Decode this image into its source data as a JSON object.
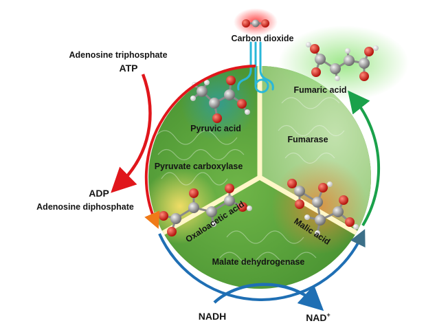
{
  "labels": {
    "co2": "Carbon dioxide",
    "atp_full": "Adenosine triphosphate",
    "atp": "ATP",
    "adp": "ADP",
    "adp_full": "Adenosine diphosphate",
    "pyruvic": "Pyruvic acid",
    "pyruvate_carboxylase": "Pyruvate carboxylase",
    "oxaloacetic": "Oxaloacetic acid",
    "malate_dh": "Malate dehydrogenase",
    "malic": "Malic acid",
    "fumarase": "Fumarase",
    "fumaric": "Fumaric acid",
    "nadh": "NADH",
    "nad_base": "NAD",
    "nad_sup": "+"
  },
  "colors": {
    "atp_arrow": "#e0161b",
    "fumarase_arrow": "#1aa14a",
    "nad_arrow": "#1f6fb4",
    "inlet_tube": "#2ab7d9",
    "sector_dark": "#4f9c35",
    "sector_light": "#a9d493",
    "divider": "#fff7c8"
  },
  "icons": {
    "co2": "co2-molecule-icon",
    "pyruvic": "pyruvic-acid-molecule-icon",
    "oxaloacetic": "oxaloacetic-acid-molecule-icon",
    "malic": "malic-acid-molecule-icon",
    "fumaric": "fumaric-acid-molecule-icon"
  }
}
